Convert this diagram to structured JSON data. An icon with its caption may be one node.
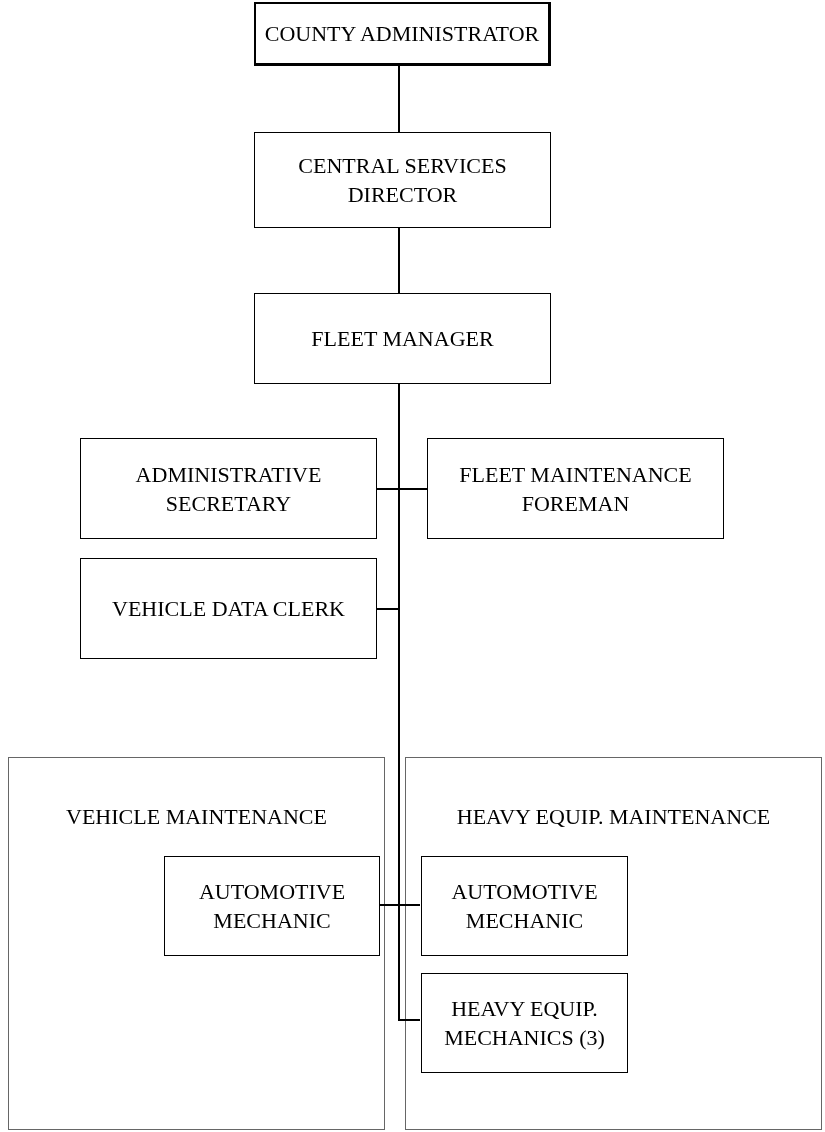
{
  "diagram": {
    "nodes": [
      {
        "text": [
          "COUNTY ADMINISTRATOR"
        ]
      },
      {
        "text": [
          "CENTRAL SERVICES DIRECTOR"
        ]
      },
      {
        "text": [
          "FLEET MANAGER"
        ]
      },
      {
        "text": [
          "ADMINISTRATIVE SECRETARY"
        ]
      },
      {
        "text": [
          "FLEET MAINTENANCE FOREMAN"
        ]
      },
      {
        "text": [
          "VEHICLE DATA CLERK"
        ]
      },
      {
        "text": [
          "VEHICLE MAINTENANCE"
        ]
      },
      {
        "text": [
          "AUTOMOTIVE MECHANIC"
        ],
        "in": 6
      },
      {
        "text": [
          "HEAVY EQUIP. MAINTENANCE"
        ]
      },
      {
        "text": [
          "AUTOMOTIVE MECHANIC"
        ],
        "in": 8
      },
      {
        "text": [
          "HEAVY EQUIP. MECHANICS (3)"
        ],
        "in": 8
      }
    ],
    "edges": [
      {
        "from": 0,
        "to": 1,
        "arrow": "none"
      },
      {
        "from": 1,
        "to": 2,
        "arrow": "none"
      },
      {
        "from": 2,
        "to": 3,
        "arrow": "none"
      },
      {
        "from": 2,
        "to": 4,
        "arrow": "none"
      },
      {
        "from": 2,
        "to": 5,
        "arrow": "none"
      },
      {
        "from": 2,
        "to": 7,
        "arrow": "none"
      },
      {
        "from": 2,
        "to": 9,
        "arrow": "none"
      },
      {
        "from": 2,
        "to": 10,
        "arrow": "none"
      }
    ]
  }
}
